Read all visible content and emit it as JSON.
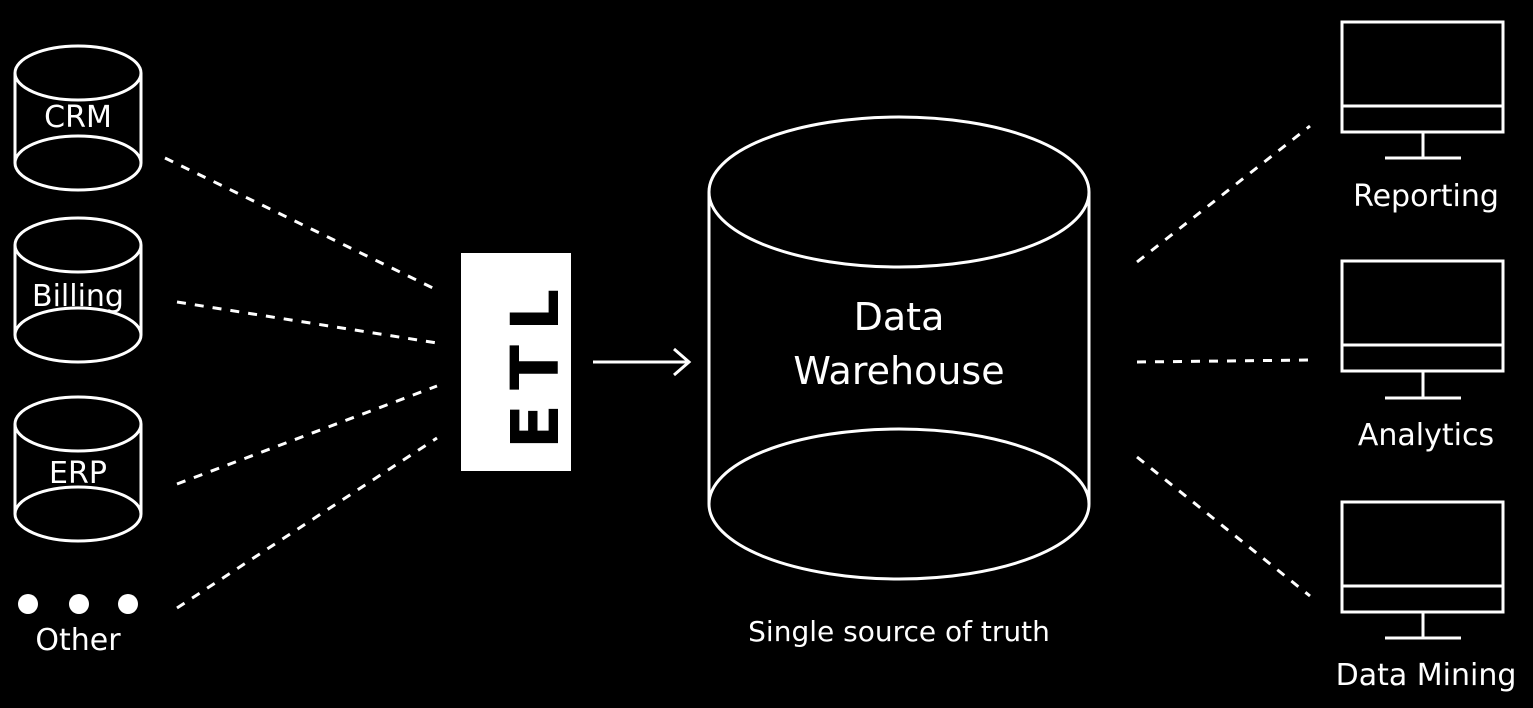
{
  "sources": [
    {
      "label": "CRM",
      "icon": "database-icon"
    },
    {
      "label": "Billing",
      "icon": "database-icon"
    },
    {
      "label": "ERP",
      "icon": "database-icon"
    },
    {
      "label": "Other",
      "icon": "ellipsis-icon"
    }
  ],
  "etl": {
    "label": "ETL"
  },
  "warehouse": {
    "title_line1": "Data",
    "title_line2": "Warehouse",
    "caption": "Single source of truth"
  },
  "outputs": [
    {
      "label": "Reporting",
      "icon": "monitor-icon"
    },
    {
      "label": "Analytics",
      "icon": "monitor-icon"
    },
    {
      "label": "Data Mining",
      "icon": "monitor-icon"
    }
  ],
  "colors": {
    "background": "#000000",
    "foreground": "#ffffff"
  }
}
